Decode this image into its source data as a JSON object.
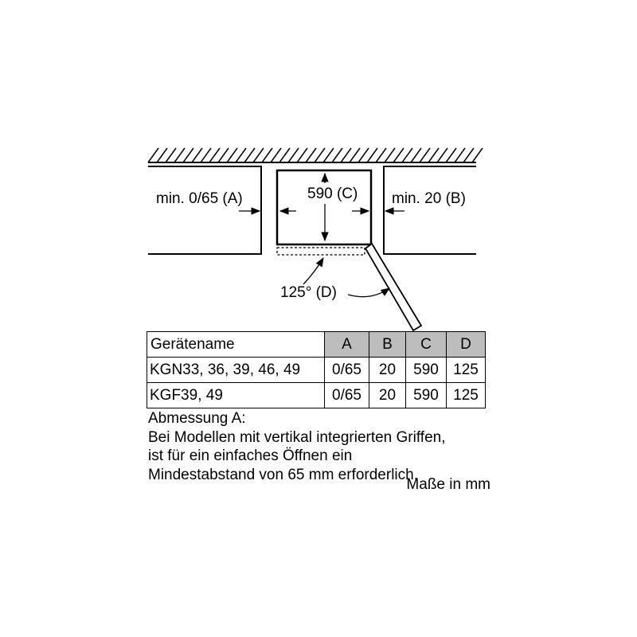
{
  "diagram": {
    "label_left": "min. 0/65 (A)",
    "label_depth": "590 (C)",
    "label_right": "min. 20 (B)",
    "label_angle": "125° (D)"
  },
  "table": {
    "headers": [
      "Gerätename",
      "A",
      "B",
      "C",
      "D"
    ],
    "rows": [
      [
        "KGN33, 36, 39, 46, 49",
        "0/65",
        "20",
        "590",
        "125"
      ],
      [
        "KGF39, 49",
        "0/65",
        "20",
        "590",
        "125"
      ]
    ]
  },
  "note": {
    "line1": "Abmessung A:",
    "line2": "Bei Modellen mit vertikal integrierten Griffen,",
    "line3": "ist für ein einfaches Öffnen ein",
    "line4": "Mindestabstand von 65 mm erforderlich."
  },
  "units_label": "Maße in mm",
  "colors": {
    "header_fill": "#bdbdbd",
    "line": "#000000"
  }
}
